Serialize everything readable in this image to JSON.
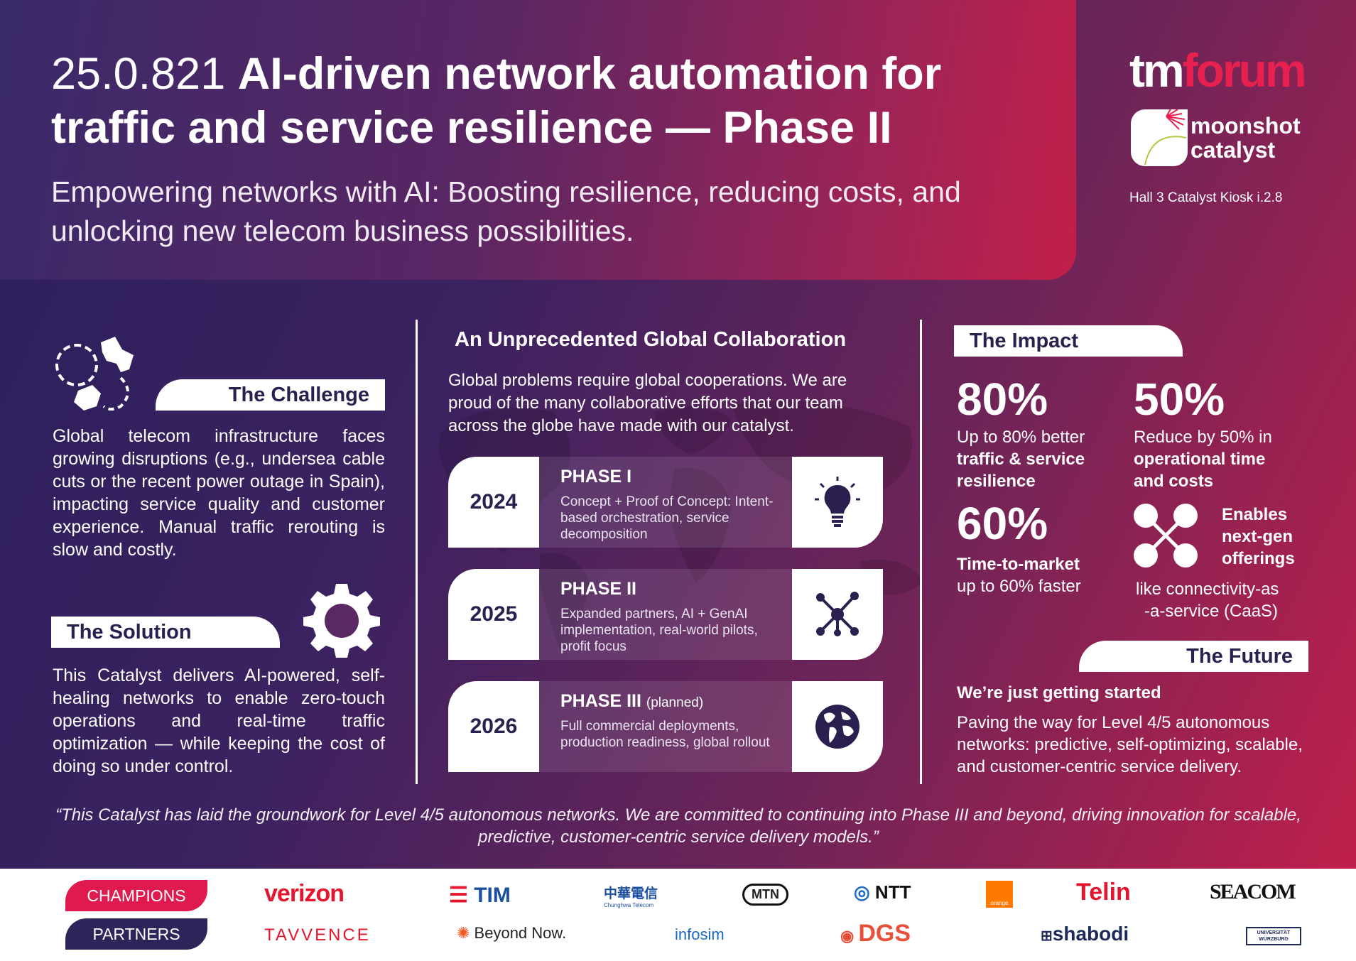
{
  "header": {
    "title_number": "25.0.821",
    "title_bold": "AI-driven network automation for traffic and service resilience — Phase II",
    "subtitle": "Empowering networks with AI: Boosting resilience, reducing costs, and unlocking new telecom business possibilities.",
    "logo_tm": "tm",
    "logo_forum": "forum",
    "moonshot_line1": "moonshot",
    "moonshot_line2": "catalyst",
    "location": "Hall 3 Catalyst Kiosk i.2.8"
  },
  "challenge": {
    "heading": "The Challenge",
    "text": "Global telecom infrastructure faces growing disruptions (e.g., undersea cable cuts or the recent power outage in Spain), impacting service quality and customer experience. Manual traffic rerouting is slow and costly."
  },
  "solution": {
    "heading": "The Solution",
    "text": "This Catalyst delivers AI-powered, self-healing networks to enable zero-touch operations and real-time traffic optimization — while keeping the cost of doing so under control."
  },
  "collaboration": {
    "heading": "An Unprecedented Global Collaboration",
    "intro": "Global problems require global cooperations. We are proud of the many collaborative efforts that our team across the globe have made with our catalyst.",
    "phases": [
      {
        "year": "2024",
        "title": "PHASE I",
        "note": "",
        "desc": "Concept + Proof of Concept: Intent-based orchestration, service decomposition",
        "icon": "lightbulb-icon"
      },
      {
        "year": "2025",
        "title": "PHASE II",
        "note": "",
        "desc": "Expanded partners, AI + GenAI implementation, real-world pilots, profit focus",
        "icon": "network-icon"
      },
      {
        "year": "2026",
        "title": "PHASE III",
        "note": "(planned)",
        "desc": "Full commercial deployments, production readiness, global rollout",
        "icon": "globe-icon"
      }
    ]
  },
  "impact": {
    "heading": "The Impact",
    "stats": [
      {
        "value": "80%",
        "line1": "Up to 80% better",
        "line2": "traffic & service",
        "line3": "resilience"
      },
      {
        "value": "50%",
        "line1": "Reduce by 50% in",
        "line2": "operational time",
        "line3": "and costs"
      },
      {
        "value": "60%",
        "line1": "Time-to-market",
        "line2": "up to 60% faster"
      }
    ],
    "nextgen_bold": "Enables next-gen offerings",
    "nextgen_line1": "like connectivity-as",
    "nextgen_line2": "-a-service (CaaS)"
  },
  "future": {
    "heading": "The Future",
    "subheading": "We’re just getting started",
    "text": "Paving the way for Level 4/5 autonomous networks: predictive, self-optimizing, scalable, and customer-centric service delivery."
  },
  "quote": "“This Catalyst has laid the groundwork for Level 4/5 autonomous networks. We are committed to continuing into Phase III and beyond, driving innovation for scalable, predictive, customer-centric service delivery models.”",
  "partners": {
    "champions_label": "CHAMPIONS",
    "partners_label": "PARTNERS",
    "champions": [
      "verizon",
      "TIM",
      "中華電信",
      "MTN",
      "NTT",
      "orange",
      "Telin",
      "SEACOM"
    ],
    "chunghwa_sub": "Chunghwa Telecom",
    "partner_list": [
      "TAVVENCE",
      "Beyond Now.",
      "infosim",
      "DGS",
      "shabodi",
      "UNIVERSITÄT WÜRZBURG"
    ]
  },
  "colors": {
    "accent": "#e8204f",
    "navy": "#2a1f4e",
    "background_start": "#2a1f5c",
    "background_end": "#c41f4a"
  }
}
